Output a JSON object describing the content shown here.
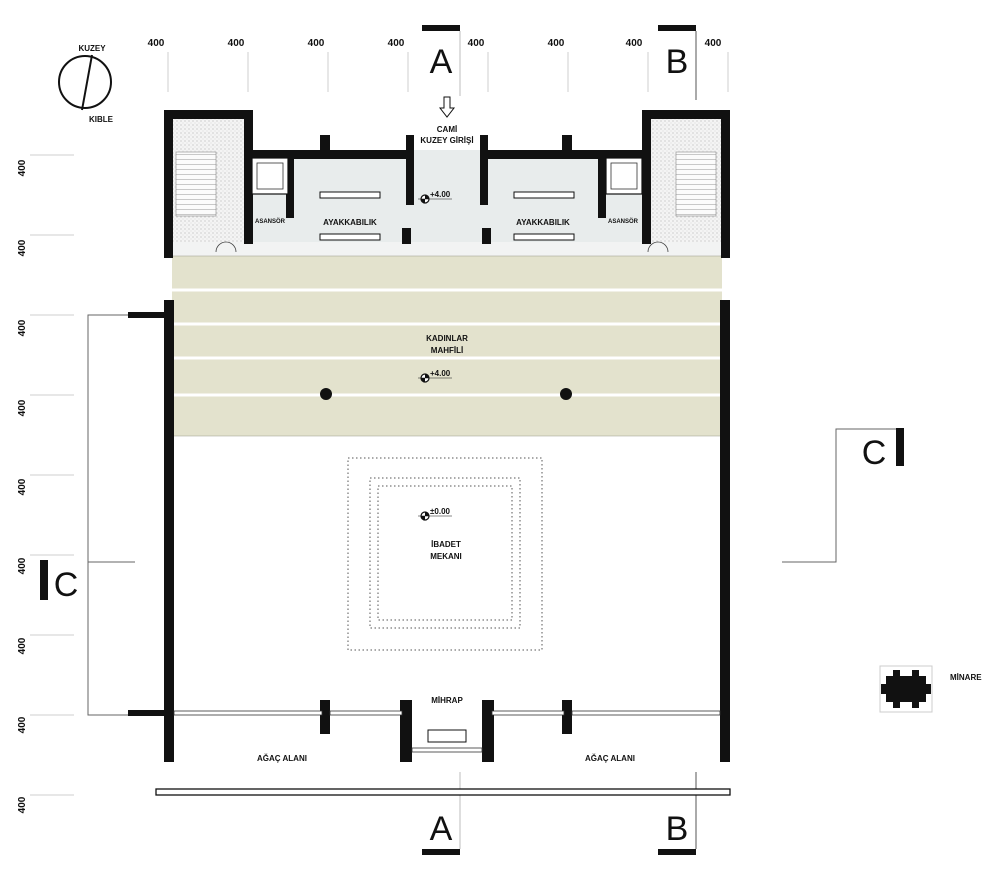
{
  "dimensions": {
    "top": [
      "400",
      "400",
      "400",
      "400",
      "400",
      "400",
      "400",
      "400"
    ],
    "left": [
      "400",
      "400",
      "400",
      "400",
      "400",
      "400",
      "400",
      "400",
      "400"
    ]
  },
  "compass": {
    "north": "KUZEY",
    "qibla": "KIBLE"
  },
  "sections": {
    "a": "A",
    "b": "B",
    "c": "C"
  },
  "labels": {
    "entrance_line1": "CAMİ",
    "entrance_line2": "KUZEY GİRİŞİ",
    "shoe_room": "AYAKKABILIK",
    "elevator": "ASANSÖR",
    "womens_line1": "KADINLAR",
    "womens_line2": "MAHFİLİ",
    "prayer_line1": "İBADET",
    "prayer_line2": "MEKANI",
    "mihrab": "MİHRAP",
    "tree_area": "AĞAÇ ALANI",
    "minaret": "MİNARE"
  },
  "levels": {
    "upper": "+4.00",
    "ground": "±0.00"
  }
}
